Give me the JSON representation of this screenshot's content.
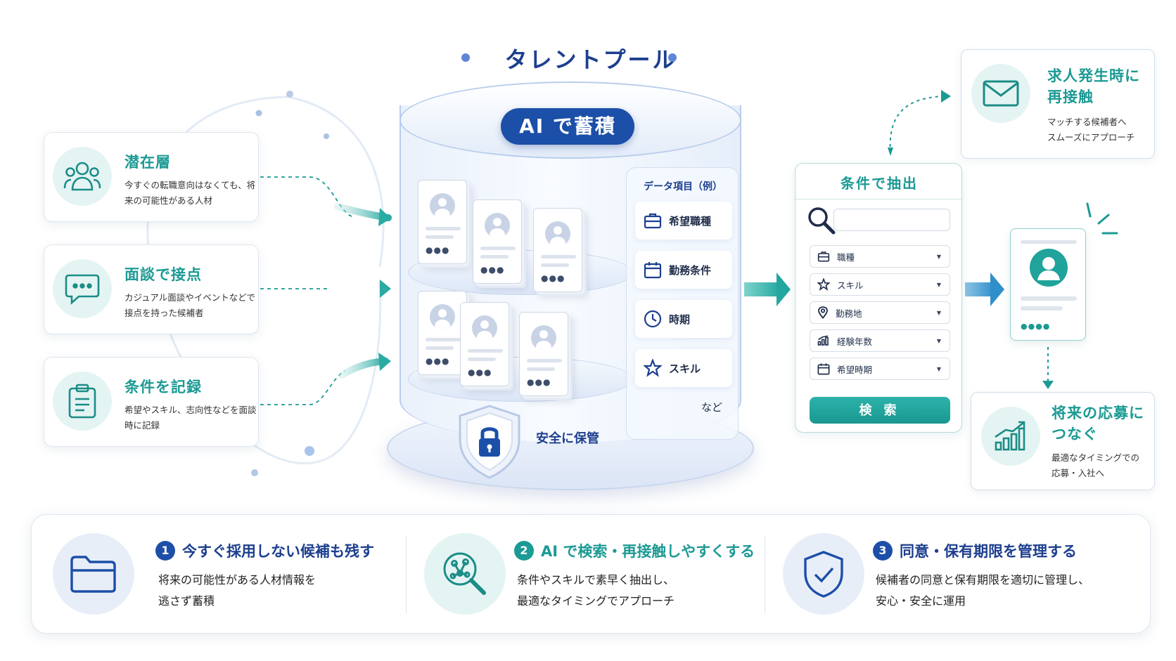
{
  "title": "タレントプール",
  "cylinder": {
    "badge": "AI で蓄積",
    "data_panel_title": "データ項目（例）",
    "data_items": [
      {
        "icon": "briefcase-icon",
        "label": "希望職種"
      },
      {
        "icon": "calendar-icon",
        "label": "勤務条件"
      },
      {
        "icon": "clock-icon",
        "label": "時期"
      },
      {
        "icon": "star-icon",
        "label": "スキル"
      }
    ],
    "data_etc": "など",
    "safe_label": "安全に保管"
  },
  "left_cards": [
    {
      "icon": "people-icon",
      "title": "潜在層",
      "desc": "今すぐの転職意向はなくても、将来の可能性がある人材"
    },
    {
      "icon": "chat-bubble-icon",
      "title": "面談で接点",
      "desc": "カジュアル面談やイベントなどで接点を持った候補者"
    },
    {
      "icon": "clipboard-icon",
      "title": "条件を記録",
      "desc": "希望やスキル、志向性などを面談時に記録"
    }
  ],
  "search_panel": {
    "title": "条件で抽出",
    "fields": [
      {
        "icon": "briefcase-icon",
        "label": "職種"
      },
      {
        "icon": "star-icon",
        "label": "スキル"
      },
      {
        "icon": "location-pin-icon",
        "label": "勤務地"
      },
      {
        "icon": "bar-chart-icon",
        "label": "経験年数"
      },
      {
        "icon": "calendar-icon",
        "label": "希望時期"
      }
    ],
    "button": "検 索"
  },
  "right_cards": {
    "recontact": {
      "icon": "envelope-icon",
      "title_line1": "求人発生時に",
      "title_line2": "再接触",
      "desc_line1": "マッチする候補者へ",
      "desc_line2": "スムーズにアプローチ"
    },
    "future": {
      "icon": "growth-chart-icon",
      "title_line1": "将来の応募に",
      "title_line2": "つなぐ",
      "desc_line1": "最適なタイミングでの",
      "desc_line2": "応募・入社へ"
    }
  },
  "bottom": [
    {
      "num": "1",
      "icon": "folder-icon",
      "title": "今すぐ採用しない候補も残す",
      "desc_line1": "将来の可能性がある人材情報を",
      "desc_line2": "逃さず蓄積",
      "color": "#1d4fa8"
    },
    {
      "num": "2",
      "icon": "network-search-icon",
      "title": "AI で検索・再接触しやすくする",
      "desc_line1": "条件やスキルで素早く抽出し、",
      "desc_line2": "最適なタイミングでアプローチ",
      "color": "#1c9a94"
    },
    {
      "num": "3",
      "icon": "shield-check-icon",
      "title": "同意・保有期限を管理する",
      "desc_line1": "候補者の同意と保有期限を適切に管理し、",
      "desc_line2": "安心・安全に運用",
      "color": "#1d4fa8"
    }
  ]
}
